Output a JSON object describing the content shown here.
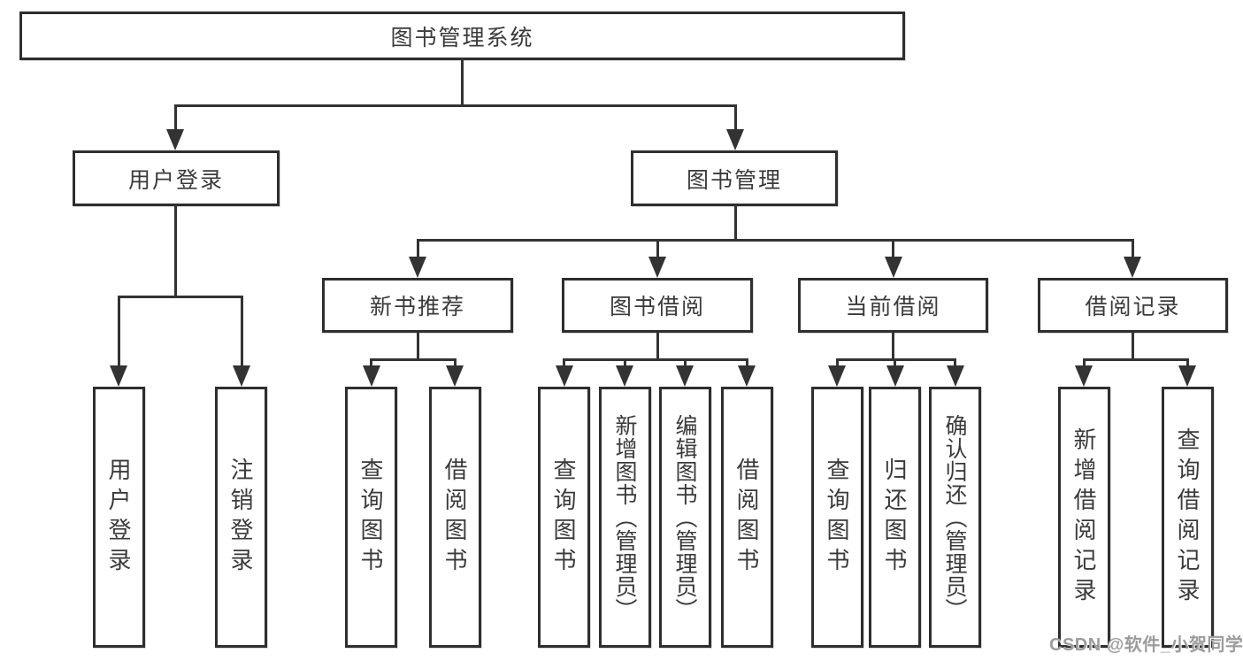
{
  "tree": {
    "root": {
      "label": "图书管理系统",
      "children": {
        "user_login": {
          "label": "用户登录",
          "children": {
            "login": {
              "label": "用户登录"
            },
            "logout": {
              "label": "注销登录"
            }
          }
        },
        "book_mgmt": {
          "label": "图书管理",
          "children": {
            "new_book": {
              "label": "新书推荐",
              "children": {
                "query_book": {
                  "label": "查询图书"
                },
                "borrow_book": {
                  "label": "借阅图书"
                }
              }
            },
            "book_borrow": {
              "label": "图书借阅",
              "children": {
                "query_book": {
                  "label": "查询图书"
                },
                "add_book": {
                  "label": "新增图书（管理员）"
                },
                "edit_book": {
                  "label": "编辑图书（管理员）"
                },
                "borrow_book": {
                  "label": "借阅图书"
                }
              }
            },
            "current_borrow": {
              "label": "当前借阅",
              "children": {
                "query_book": {
                  "label": "查询图书"
                },
                "return_book": {
                  "label": "归还图书"
                },
                "confirm_return": {
                  "label": "确认归还（管理员）"
                }
              }
            },
            "borrow_record": {
              "label": "借阅记录",
              "children": {
                "add_record": {
                  "label": "新增借阅记录"
                },
                "query_record": {
                  "label": "查询借阅记录"
                }
              }
            }
          }
        }
      }
    }
  },
  "watermark": {
    "text": "CSDN @软件_小贺同学"
  },
  "colors": {
    "line": "#333333",
    "box_border": "#2e2e2e",
    "text": "#3a3a3a",
    "watermark": "#9c9c9c",
    "background": "#ffffff"
  }
}
